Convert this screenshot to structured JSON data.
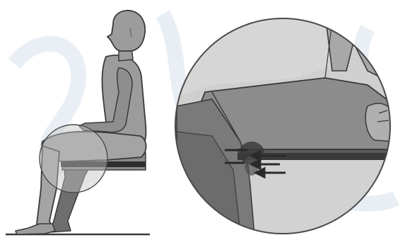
{
  "figure": {
    "panels": [
      "seated-human-figure",
      "magnified-seat-edge-detail"
    ],
    "colors": {
      "background": "#ffffff",
      "watermark": "#e3ebf2",
      "figure_light": "#9c9c9c",
      "figure_dark": "#6e6e6e",
      "outline": "#3a3a3a",
      "magnifier_fill": "#c4c4c4",
      "magnifier_border": "#4a4a4a",
      "seat": "#2e2e2e",
      "pressure_point": "#3c3c3c"
    },
    "arrows": {
      "count": 3,
      "direction": "left"
    }
  }
}
